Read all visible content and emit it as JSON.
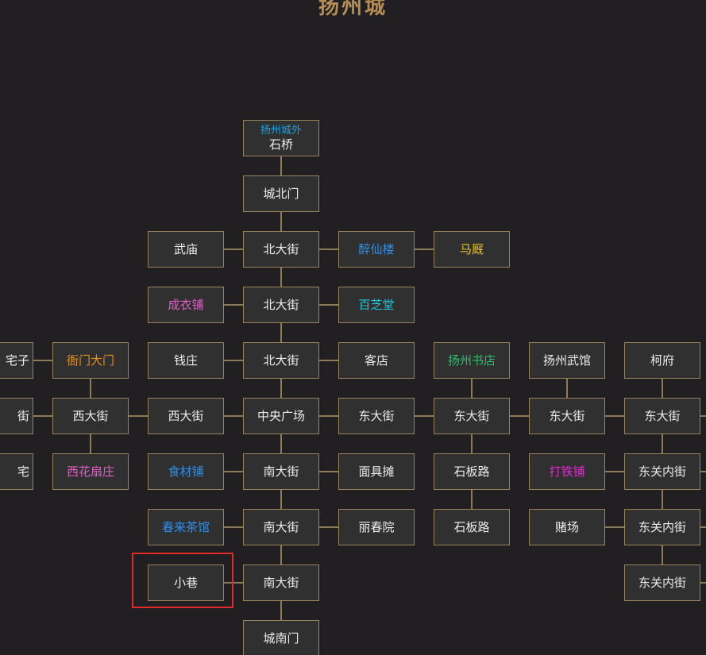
{
  "map_title": "扬州城",
  "colors": {
    "background": "#221f22",
    "room_bg": "#313031",
    "room_border": "#9a8358",
    "link": "#b09a68",
    "selected": "#e02a2a",
    "title": "#b58d55"
  },
  "selected_room": "小巷",
  "rooms": [
    {
      "id": "shiqiao",
      "col": 2,
      "row": 0,
      "area": "扬州城外",
      "area_color": "#1aa0e0",
      "label": "石桥",
      "color": "#ececec"
    },
    {
      "id": "chengbeimen",
      "col": 2,
      "row": 1,
      "label": "城北门",
      "color": "#ececec"
    },
    {
      "id": "wumiao",
      "col": 1,
      "row": 2,
      "label": "武庙",
      "color": "#ececec"
    },
    {
      "id": "beidajie1",
      "col": 2,
      "row": 2,
      "label": "北大街",
      "color": "#ececec"
    },
    {
      "id": "zuixianlou",
      "col": 3,
      "row": 2,
      "label": "醉仙楼",
      "color": "#2f8fe8"
    },
    {
      "id": "majiu",
      "col": 4,
      "row": 2,
      "label": "马厩",
      "color": "#e6c21a"
    },
    {
      "id": "chengyipu",
      "col": 1,
      "row": 3,
      "label": "成衣铺",
      "color": "#e060c8"
    },
    {
      "id": "beidajie2",
      "col": 2,
      "row": 3,
      "label": "北大街",
      "color": "#ececec"
    },
    {
      "id": "baizhitang",
      "col": 3,
      "row": 3,
      "label": "百芝堂",
      "color": "#22c8d8"
    },
    {
      "id": "zhaizi",
      "col": -1,
      "row": 4,
      "label": "宅子",
      "color": "#ececec"
    },
    {
      "id": "yamen",
      "col": 0,
      "row": 4,
      "label": "衙门大门",
      "color": "#e8901a"
    },
    {
      "id": "qianzhuang",
      "col": 1,
      "row": 4,
      "label": "钱庄",
      "color": "#ececec"
    },
    {
      "id": "beidajie3",
      "col": 2,
      "row": 4,
      "label": "北大街",
      "color": "#ececec"
    },
    {
      "id": "kedian",
      "col": 3,
      "row": 4,
      "label": "客店",
      "color": "#ececec"
    },
    {
      "id": "shuguan",
      "col": 4,
      "row": 4,
      "label": "扬州书店",
      "color": "#22c26a"
    },
    {
      "id": "wuguan",
      "col": 5,
      "row": 4,
      "label": "扬州武馆",
      "color": "#ececec"
    },
    {
      "id": "kefu",
      "col": 6,
      "row": 4,
      "label": "柯府",
      "color": "#ececec"
    },
    {
      "id": "jie_left",
      "col": -1,
      "row": 5,
      "label": "街",
      "color": "#ececec"
    },
    {
      "id": "xidajie1",
      "col": 0,
      "row": 5,
      "label": "西大街",
      "color": "#ececec"
    },
    {
      "id": "xidajie2",
      "col": 1,
      "row": 5,
      "label": "西大街",
      "color": "#ececec"
    },
    {
      "id": "zhongyang",
      "col": 2,
      "row": 5,
      "label": "中央广场",
      "color": "#ececec"
    },
    {
      "id": "dongdajie1",
      "col": 3,
      "row": 5,
      "label": "东大街",
      "color": "#ececec"
    },
    {
      "id": "dongdajie2",
      "col": 4,
      "row": 5,
      "label": "东大街",
      "color": "#ececec"
    },
    {
      "id": "dongdajie3",
      "col": 5,
      "row": 5,
      "label": "东大街",
      "color": "#ececec"
    },
    {
      "id": "dongdajie4",
      "col": 6,
      "row": 5,
      "label": "东大街",
      "color": "#ececec"
    },
    {
      "id": "zhai_left",
      "col": -1,
      "row": 6,
      "label": "宅",
      "color": "#ececec"
    },
    {
      "id": "xihuashan",
      "col": 0,
      "row": 6,
      "label": "西花扇庄",
      "color": "#e060c8"
    },
    {
      "id": "shicaipu",
      "col": 1,
      "row": 6,
      "label": "食材铺",
      "color": "#2f8fe8"
    },
    {
      "id": "nandajie1",
      "col": 2,
      "row": 6,
      "label": "南大街",
      "color": "#ececec"
    },
    {
      "id": "mianjutan",
      "col": 3,
      "row": 6,
      "label": "面具摊",
      "color": "#ececec"
    },
    {
      "id": "shibanlu1",
      "col": 4,
      "row": 6,
      "label": "石板路",
      "color": "#ececec"
    },
    {
      "id": "datiepu",
      "col": 5,
      "row": 6,
      "label": "打铁铺",
      "color": "#e02ad0"
    },
    {
      "id": "dongguan1",
      "col": 6,
      "row": 6,
      "label": "东关内街",
      "color": "#ececec"
    },
    {
      "id": "chunlai",
      "col": 1,
      "row": 7,
      "label": "春来茶馆",
      "color": "#2f8fe8"
    },
    {
      "id": "nandajie2",
      "col": 2,
      "row": 7,
      "label": "南大街",
      "color": "#ececec"
    },
    {
      "id": "lichunyuan",
      "col": 3,
      "row": 7,
      "label": "丽春院",
      "color": "#ececec"
    },
    {
      "id": "shibanlu2",
      "col": 4,
      "row": 7,
      "label": "石板路",
      "color": "#ececec"
    },
    {
      "id": "duchang",
      "col": 5,
      "row": 7,
      "label": "赌场",
      "color": "#ececec"
    },
    {
      "id": "dongguan2",
      "col": 6,
      "row": 7,
      "label": "东关内街",
      "color": "#ececec"
    },
    {
      "id": "xiaoxiang",
      "col": 1,
      "row": 8,
      "label": "小巷",
      "color": "#ececec"
    },
    {
      "id": "nandajie3",
      "col": 2,
      "row": 8,
      "label": "南大街",
      "color": "#ececec"
    },
    {
      "id": "dongguan3",
      "col": 6,
      "row": 8,
      "label": "东关内街",
      "color": "#ececec"
    },
    {
      "id": "chengnanmen",
      "col": 2,
      "row": 9,
      "label": "城南门",
      "color": "#ececec"
    }
  ],
  "links": [
    [
      "shiqiao",
      "chengbeimen"
    ],
    [
      "chengbeimen",
      "beidajie1"
    ],
    [
      "wumiao",
      "beidajie1"
    ],
    [
      "beidajie1",
      "zuixianlou"
    ],
    [
      "zuixianlou",
      "majiu"
    ],
    [
      "beidajie1",
      "beidajie2"
    ],
    [
      "chengyipu",
      "beidajie2"
    ],
    [
      "beidajie2",
      "baizhitang"
    ],
    [
      "beidajie2",
      "beidajie3"
    ],
    [
      "zhaizi",
      "yamen"
    ],
    [
      "qianzhuang",
      "beidajie3"
    ],
    [
      "beidajie3",
      "kedian"
    ],
    [
      "beidajie3",
      "zhongyang"
    ],
    [
      "yamen",
      "xidajie1"
    ],
    [
      "shuguan",
      "dongdajie2"
    ],
    [
      "wuguan",
      "dongdajie3"
    ],
    [
      "kefu",
      "dongdajie4"
    ],
    [
      "jie_left",
      "xidajie1"
    ],
    [
      "xidajie1",
      "xidajie2"
    ],
    [
      "xidajie2",
      "zhongyang"
    ],
    [
      "zhongyang",
      "dongdajie1"
    ],
    [
      "dongdajie1",
      "dongdajie2"
    ],
    [
      "dongdajie2",
      "dongdajie3"
    ],
    [
      "dongdajie3",
      "dongdajie4"
    ],
    [
      "zhongyang",
      "nandajie1"
    ],
    [
      "xidajie1",
      "xihuashan"
    ],
    [
      "dongdajie2",
      "shibanlu1"
    ],
    [
      "dongdajie4",
      "dongguan1"
    ],
    [
      "shicaipu",
      "nandajie1"
    ],
    [
      "nandajie1",
      "mianjutan"
    ],
    [
      "datiepu",
      "dongguan1"
    ],
    [
      "nandajie1",
      "nandajie2"
    ],
    [
      "shibanlu1",
      "shibanlu2"
    ],
    [
      "dongguan1",
      "dongguan2"
    ],
    [
      "chunlai",
      "nandajie2"
    ],
    [
      "nandajie2",
      "lichunyuan"
    ],
    [
      "duchang",
      "dongguan2"
    ],
    [
      "nandajie2",
      "nandajie3"
    ],
    [
      "dongguan2",
      "dongguan3"
    ],
    [
      "xiaoxiang",
      "nandajie3"
    ],
    [
      "nandajie3",
      "chengnanmen"
    ]
  ],
  "edge_stubs": [
    "dongdajie4",
    "dongguan1",
    "dongguan2",
    "dongguan3"
  ]
}
